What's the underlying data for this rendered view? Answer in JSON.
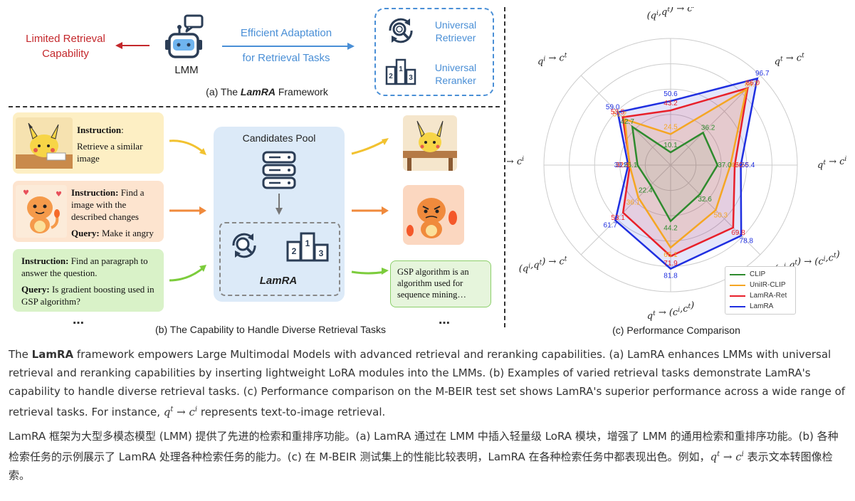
{
  "figure": {
    "panel_a": {
      "left_label": "Limited Retrieval Capability",
      "lmm_label": "LMM",
      "arrow_label_1": "Efficient Adaptation",
      "arrow_label_2": "for Retrieval Tasks",
      "universal_retriever": "Universal Retriever",
      "universal_reranker": "Universal Reranker",
      "caption_prefix": "(a) The ",
      "caption_em": "LamRA",
      "caption_suffix": " Framework"
    },
    "panel_b": {
      "cards": [
        {
          "instruction_label": "Instruction",
          "instruction_text": ":",
          "body": "Retrieve a similar image",
          "query_label": "",
          "query_text": ""
        },
        {
          "instruction_label": "Instruction:",
          "instruction_text": " Find a image with the described changes",
          "query_label": "Query:",
          "query_text": " Make it angry"
        },
        {
          "instruction_label": "Instruction:",
          "instruction_text": " Find an paragraph to answer the question.",
          "query_label": "Query:",
          "query_text": " Is gradient boosting used in GSP algorithm?"
        }
      ],
      "pool_label": "Candidates Pool",
      "model_label": "LamRA",
      "text_result": "GSP algorithm is an algorithm used for sequence mining…",
      "ellipsis_left": "…",
      "ellipsis_right": "…",
      "caption": "(b) The Capability to Handle Diverse Retrieval Tasks"
    },
    "panel_c": {
      "caption": "(c) Performance Comparison"
    }
  },
  "chart_data": {
    "type": "radar",
    "axes": [
      "(q^i,q^t) → c^i",
      "q^t → c^t",
      "q^t → c^i",
      "(q^i,q^t) → (c^i,c^t)",
      "q^t → (c^i,c^t)",
      "(q^i,q^t) → c^t",
      "q^i → c^i",
      "q^i → c^t"
    ],
    "axis_labels_display": [
      {
        "base": "(q",
        "sup1": "i",
        "mid": ",q",
        "sup2": "t",
        "tail": ") → c",
        "sup3": "i"
      },
      {
        "base": "q",
        "sup1": "t",
        "mid": " → c",
        "sup2": "t",
        "tail": "",
        "sup3": ""
      },
      {
        "base": "q",
        "sup1": "t",
        "mid": " → c",
        "sup2": "i",
        "tail": "",
        "sup3": ""
      },
      {
        "base": "(q",
        "sup1": "i",
        "mid": ",q",
        "sup2": "t",
        "tail": ") → (c",
        "sup3": "i",
        "end": ",c",
        "sup4": "t",
        "close": ")"
      },
      {
        "base": "q",
        "sup1": "t",
        "mid": " → (c",
        "sup2": "i",
        "tail": ",c",
        "sup3": "t",
        "close": ")"
      },
      {
        "base": "(q",
        "sup1": "i",
        "mid": ",q",
        "sup2": "t",
        "tail": ") → c",
        "sup3": "t"
      },
      {
        "base": "q",
        "sup1": "i",
        "mid": " → c",
        "sup2": "i",
        "tail": "",
        "sup3": ""
      },
      {
        "base": "q",
        "sup1": "i",
        "mid": " → c",
        "sup2": "t",
        "tail": "",
        "sup3": ""
      }
    ],
    "series": [
      {
        "name": "CLIP",
        "color": "#2e8b2e",
        "values": [
          10.1,
          36.2,
          37.0,
          32.6,
          44.2,
          22.4,
          26.1,
          42.7
        ],
        "labels": [
          "10.1",
          "36.2",
          "37.0",
          "32.6",
          "44.2",
          "22.4",
          "26.1",
          "42.7"
        ]
      },
      {
        "name": "UniIR-CLIP",
        "color": "#f5a623",
        "values": [
          24.5,
          84.7,
          47.2,
          50.3,
          65.1,
          36.1,
          32.4,
          51.2
        ],
        "labels": [
          "24.5",
          "84.7",
          "47.2",
          "50.3",
          "65.1",
          "36.1",
          "32.4",
          "51.2"
        ]
      },
      {
        "name": "LamRA-Ret",
        "color": "#e8202a",
        "values": [
          43.2,
          86.0,
          50.6,
          69.8,
          71.9,
          53.1,
          32.1,
          53.5
        ],
        "labels": [
          "43.2",
          "86.0",
          "50.6",
          "69.8",
          "71.9",
          "53.1",
          "32.1",
          "53.5"
        ]
      },
      {
        "name": "LamRA",
        "color": "#1f2fe0",
        "values": [
          50.6,
          96.7,
          55.4,
          78.8,
          81.8,
          61.7,
          33.5,
          59.0
        ],
        "labels": [
          "50.6",
          "96.7",
          "55.4",
          "78.8",
          "81.8",
          "61.7",
          "33.5",
          "59.0"
        ]
      }
    ],
    "legend_position": "bottom-right",
    "grid": true
  },
  "caption_en": {
    "p1": "The ",
    "bold": "LamRA",
    "p2": " framework empowers Large Multimodal Models with advanced retrieval and reranking capabilities. (a) LamRA enhances LMMs with universal retrieval and reranking capabilities by inserting lightweight LoRA modules into the LMMs. (b) Examples of varied retrieval tasks demonstrate LamRA's capability to handle diverse retrieval tasks. (c) Performance comparison on the M-BEIR test set shows LamRA's superior performance across a wide range of retrieval tasks. For instance, ",
    "math_q": "q",
    "math_q_sup": "t",
    "math_arrow": " → ",
    "math_c": "c",
    "math_c_sup": "i",
    "p3": " represents text-to-image retrieval."
  },
  "caption_zh": {
    "p1": "LamRA 框架为大型多模态模型 (LMM) 提供了先进的检索和重排序功能。(a) LamRA 通过在 LMM 中插入轻量级 LoRA 模块，增强了 LMM 的通用检索和重排序功能。(b) 各种检索任务的示例展示了 LamRA 处理各种检索任务的能力。(c) 在 M-BEIR 测试集上的性能比较表明，LamRA 在各种检索任务中都表现出色。例如，",
    "math_q": "q",
    "math_q_sup": "t",
    "math_arrow": " → ",
    "math_c": "c",
    "math_c_sup": "i",
    "p2": " 表示文本转图像检索。"
  }
}
